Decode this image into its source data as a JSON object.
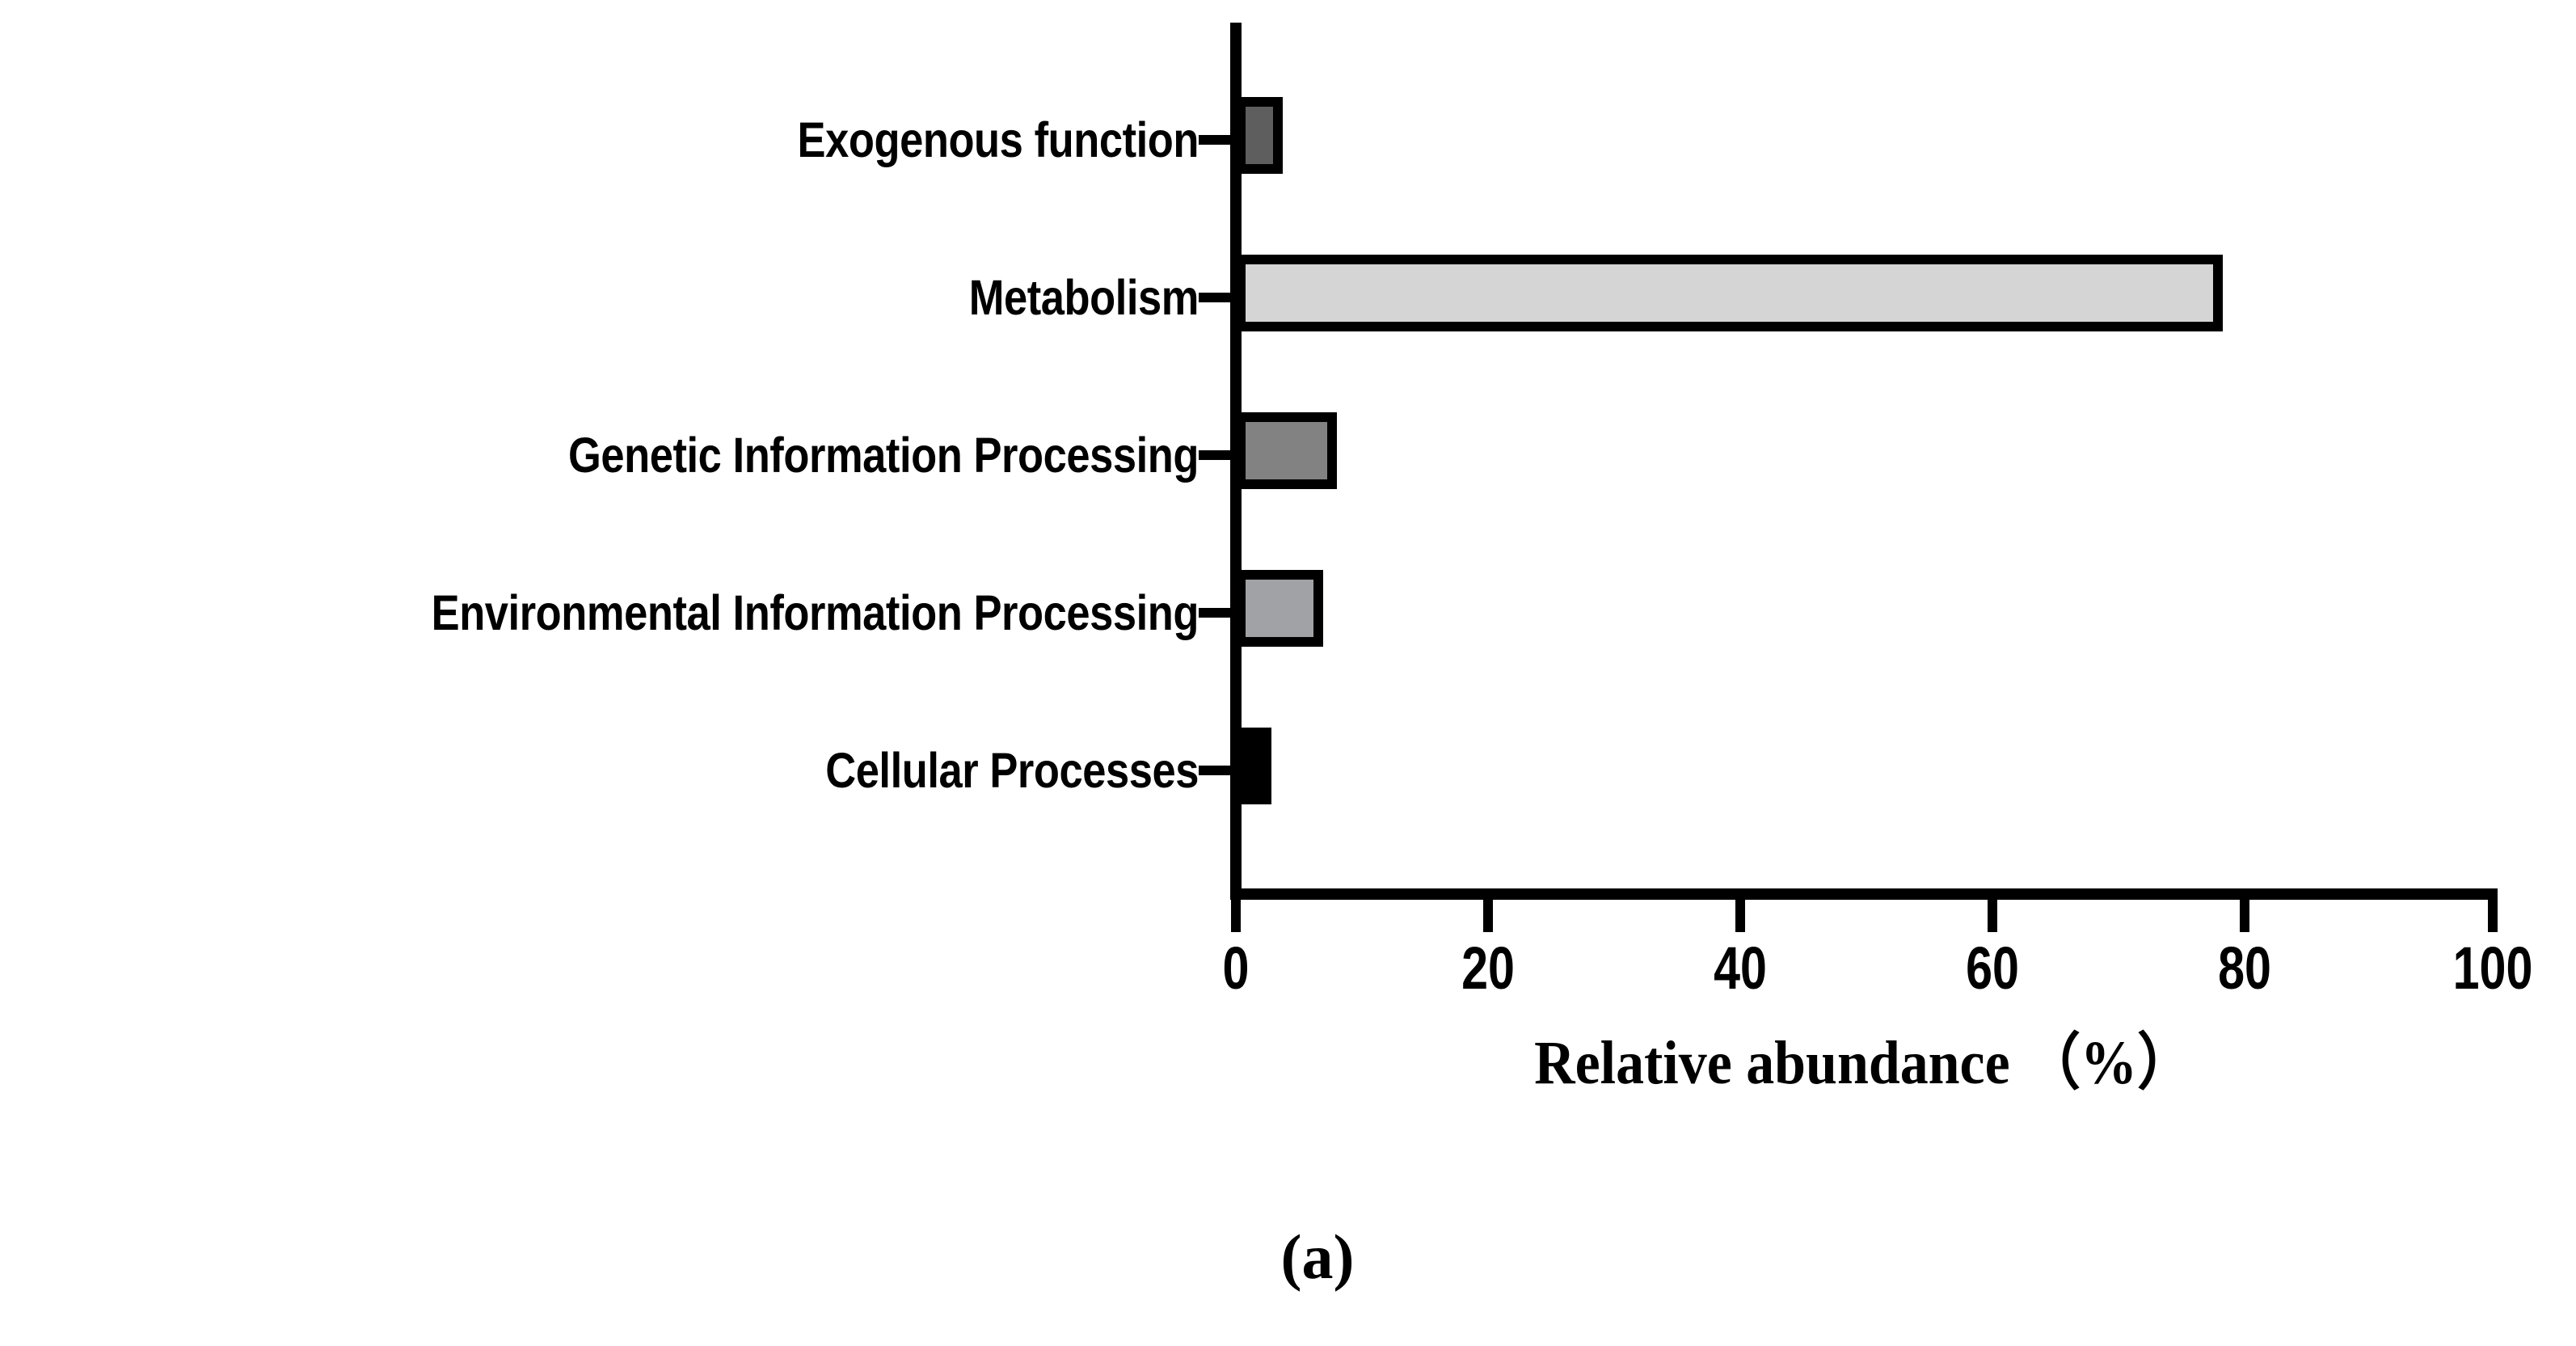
{
  "figure": {
    "panel_label": "(a)",
    "background_color": "#ffffff",
    "axis_color": "#000000"
  },
  "chart_data": {
    "type": "bar",
    "orientation": "horizontal",
    "title": "",
    "subtitle": "",
    "xlabel": "Relative abundance （%）",
    "ylabel": "",
    "categories": [
      "Exogenous function",
      "Metabolism",
      "Genetic Information Processing",
      "Environmental Information Processing",
      "Cellular Processes"
    ],
    "values": [
      3.7,
      78.2,
      8.0,
      6.9,
      2.8
    ],
    "bar_colors": [
      "#5e5e5e",
      "#d5d5d5",
      "#828282",
      "#a0a2a6",
      "#000000"
    ],
    "bar_edge_color": "#000000",
    "xlim": [
      0,
      100
    ],
    "ylim": null,
    "xticks": [
      "0",
      "20",
      "40",
      "60",
      "80",
      "100"
    ],
    "xtick_values": [
      0,
      20,
      40,
      60,
      80,
      100
    ],
    "grid": false,
    "legend": null,
    "legend_position": "none"
  }
}
